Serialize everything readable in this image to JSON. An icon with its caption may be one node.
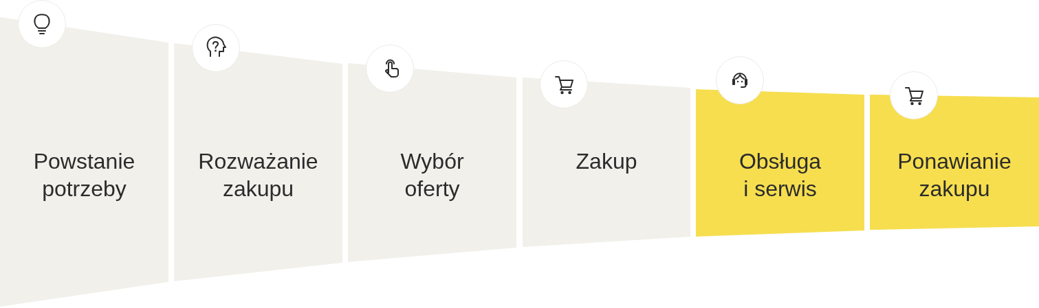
{
  "diagram": {
    "nodes": [
      {
        "text": [
          "Powstanie potrzeby"
        ]
      },
      {
        "text": [
          "Rozważanie zakupu"
        ]
      },
      {
        "text": [
          "Wybór oferty"
        ]
      },
      {
        "text": [
          "Zakup"
        ]
      },
      {
        "text": [
          "Obsługa i serwis"
        ]
      },
      {
        "text": [
          "Ponawianie zakupu"
        ]
      }
    ]
  }
}
